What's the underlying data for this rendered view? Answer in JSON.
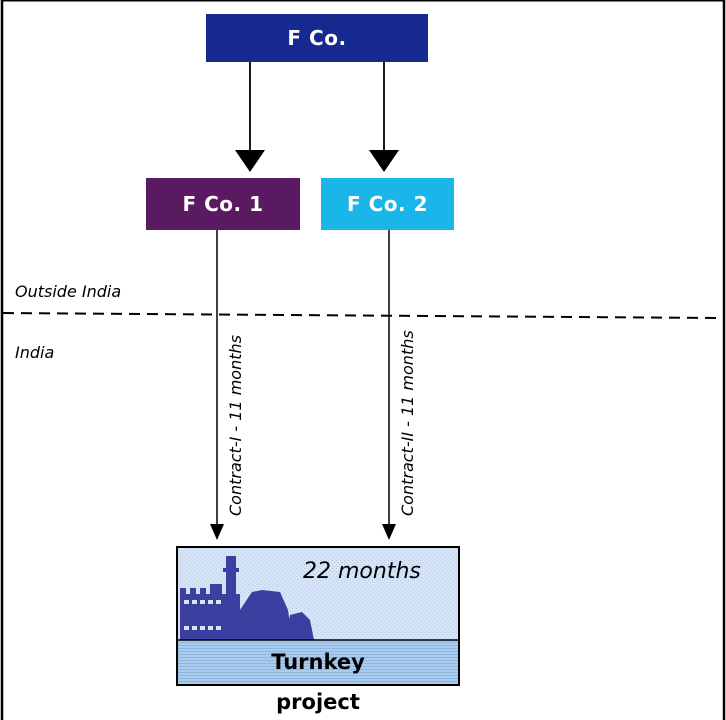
{
  "nodes": {
    "parent": {
      "label": "F Co.",
      "color": "#15298f"
    },
    "sub1": {
      "label": "F Co. 1",
      "color": "#5a1a61"
    },
    "sub2": {
      "label": "F Co. 2",
      "color": "#1ab6ea"
    }
  },
  "regions": {
    "outside": "Outside India",
    "inside": "India"
  },
  "contracts": {
    "c1": "Contract-I - 11 months",
    "c2": "Contract-II - 11 months"
  },
  "project": {
    "duration": "22 months",
    "label_line1": "Turnkey",
    "label_line2": "project",
    "sky_color": "#d6e4f4",
    "base_color": "#a9cbee",
    "building_color": "#3a3fa0"
  },
  "colors": {
    "border": "#000000",
    "bottom_text": "#3b4fb6"
  }
}
